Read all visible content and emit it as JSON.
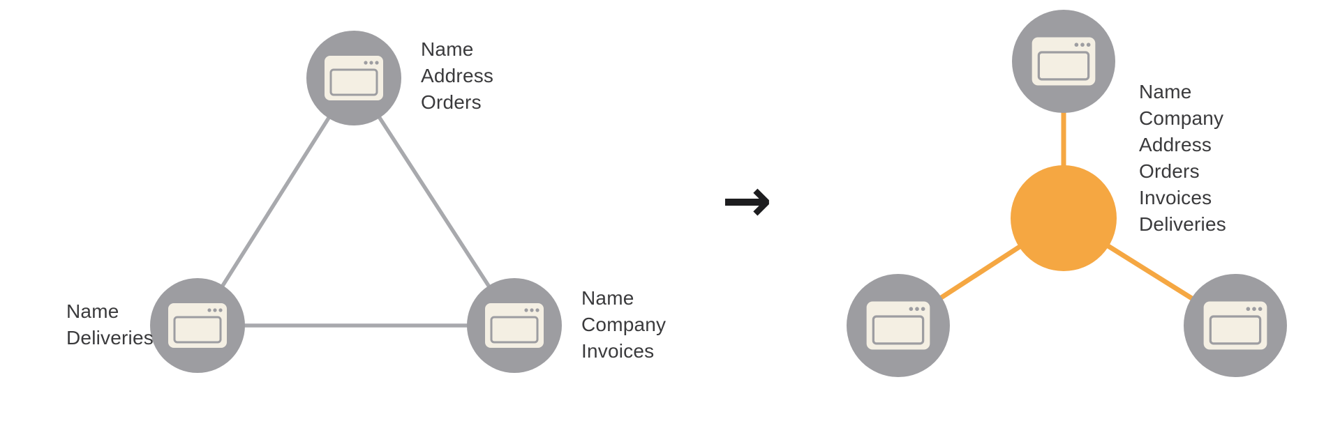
{
  "left_diagram": {
    "name": "app-triangle",
    "nodes": [
      {
        "id": "top",
        "icon": "browser-window-icon",
        "label_lines": [
          "Name",
          "Address",
          "Orders"
        ]
      },
      {
        "id": "bottom-left",
        "icon": "browser-window-icon",
        "label_lines": [
          "Name",
          "Deliveries"
        ]
      },
      {
        "id": "bottom-right",
        "icon": "browser-window-icon",
        "label_lines": [
          "Name",
          "Company",
          "Invoices"
        ]
      }
    ]
  },
  "transition": {
    "arrow": "→"
  },
  "right_diagram": {
    "name": "hub-and-spoke",
    "hub_label_lines": [
      "Name",
      "Company",
      "Address",
      "Orders",
      "Invoices",
      "Deliveries"
    ],
    "nodes": [
      {
        "id": "top",
        "icon": "browser-window-icon"
      },
      {
        "id": "bottom-left",
        "icon": "browser-window-icon"
      },
      {
        "id": "bottom-right",
        "icon": "browser-window-icon"
      }
    ]
  },
  "colors": {
    "background": "#ffffff",
    "node_gray": "#9d9da1",
    "connector_gray": "#a8a9ad",
    "hub_orange": "#f5a742",
    "connector_orange": "#f5a742",
    "icon_cream": "#f4efe3",
    "text": "#3a3a3c",
    "arrow": "#1d1d1f"
  }
}
